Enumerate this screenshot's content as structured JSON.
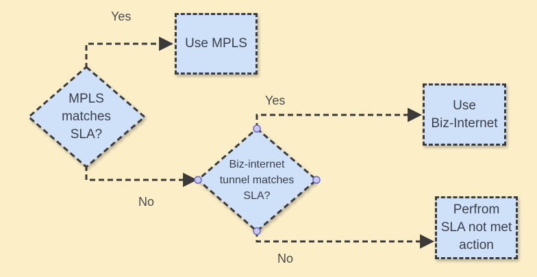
{
  "nodes": {
    "decision_mpls": {
      "text": "MPLS\nmatches\nSLA?"
    },
    "decision_biz": {
      "text": "Biz-internet\ntunnel matches\nSLA?"
    },
    "use_mpls": {
      "text": "Use MPLS"
    },
    "use_biz": {
      "text": "Use\nBiz-Internet"
    },
    "perform_action": {
      "text": "Perfrom\nSLA not met\naction"
    }
  },
  "edges": {
    "mpls_yes": {
      "label": "Yes"
    },
    "mpls_no": {
      "label": "No"
    },
    "biz_yes": {
      "label": "Yes"
    },
    "biz_no": {
      "label": "No"
    }
  },
  "colors": {
    "background": "#fcefc8",
    "node_fill": "#cfe0f9",
    "stroke": "#3a3a3a",
    "handle_fill": "#c8c8f0",
    "handle_stroke": "#6a6ac8"
  }
}
